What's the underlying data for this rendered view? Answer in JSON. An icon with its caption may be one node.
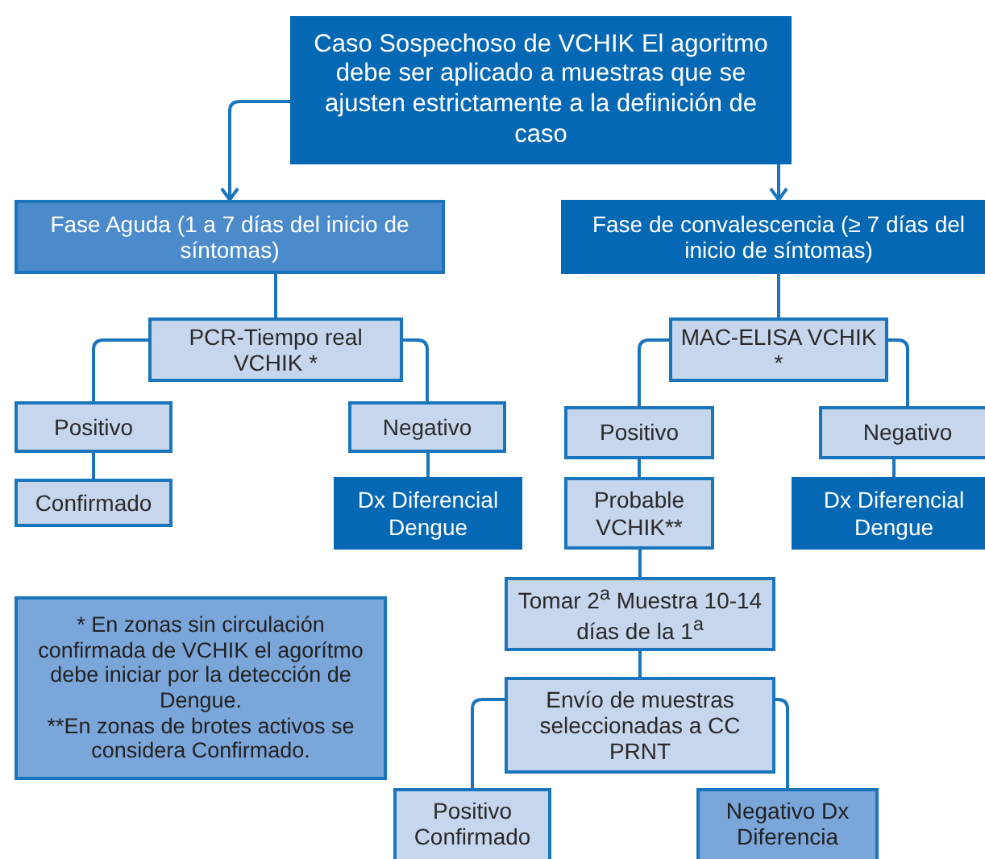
{
  "diagram": {
    "nodes": [
      {
        "text": [
          "Caso Sospechoso de VCHIK El agoritmo debe ser aplicado a muestras que se ajusten estrictamente a la definición de caso"
        ]
      },
      {
        "text": [
          "Fase Aguda (1 a 7 días del inicio de síntomas)"
        ]
      },
      {
        "text": [
          "Fase de convalescencia (≥ 7 días del inicio de síntomas)"
        ]
      },
      {
        "text": [
          "PCR-Tiempo real VCHIK *"
        ]
      },
      {
        "text": [
          "Positivo"
        ]
      },
      {
        "text": [
          "Negativo"
        ]
      },
      {
        "text": [
          "Confirmado"
        ]
      },
      {
        "text": [
          "Dx Diferencial Dengue"
        ]
      },
      {
        "text": [
          "MAC-ELISA VCHIK *"
        ]
      },
      {
        "text": [
          "Positivo"
        ]
      },
      {
        "text": [
          "Negativo"
        ]
      },
      {
        "text": [
          "Probable VCHIK**"
        ]
      },
      {
        "text": [
          "Dx Diferencial Dengue"
        ]
      },
      {
        "text": [
          "* En zonas sin circulación confirmada de VCHIK el agorítmo debe iniciar por la detección de Dengue.",
          "**En zonas de brotes activos se considera Confirmado."
        ]
      },
      {
        "text": [
          "Tomar 2$^{a}$ Muestra 10-14 días de la 1$^{a}$"
        ]
      },
      {
        "text": [
          "Envío de muestras seleccionadas a CC PRNT"
        ]
      },
      {
        "text": [
          "Positivo Confirmado"
        ]
      },
      {
        "text": [
          "Negativo Dx Diferencia"
        ]
      }
    ],
    "edges": [
      {
        "from": 0,
        "to": 1,
        "arrow": "to"
      },
      {
        "from": 0,
        "to": 2,
        "arrow": "to"
      },
      {
        "from": 1,
        "to": 3,
        "arrow": "none"
      },
      {
        "from": 3,
        "to": 4,
        "arrow": "none"
      },
      {
        "from": 3,
        "to": 5,
        "arrow": "none"
      },
      {
        "from": 4,
        "to": 6,
        "arrow": "none"
      },
      {
        "from": 5,
        "to": 7,
        "arrow": "none"
      },
      {
        "from": 2,
        "to": 8,
        "arrow": "none"
      },
      {
        "from": 8,
        "to": 9,
        "arrow": "none"
      },
      {
        "from": 8,
        "to": 10,
        "arrow": "none"
      },
      {
        "from": 9,
        "to": 11,
        "arrow": "none"
      },
      {
        "from": 10,
        "to": 12,
        "arrow": "none"
      },
      {
        "from": 11,
        "to": 14,
        "arrow": "none"
      },
      {
        "from": 14,
        "to": 15,
        "arrow": "none"
      },
      {
        "from": 15,
        "to": 16,
        "arrow": "none"
      },
      {
        "from": 15,
        "to": 17,
        "arrow": "none"
      }
    ]
  }
}
